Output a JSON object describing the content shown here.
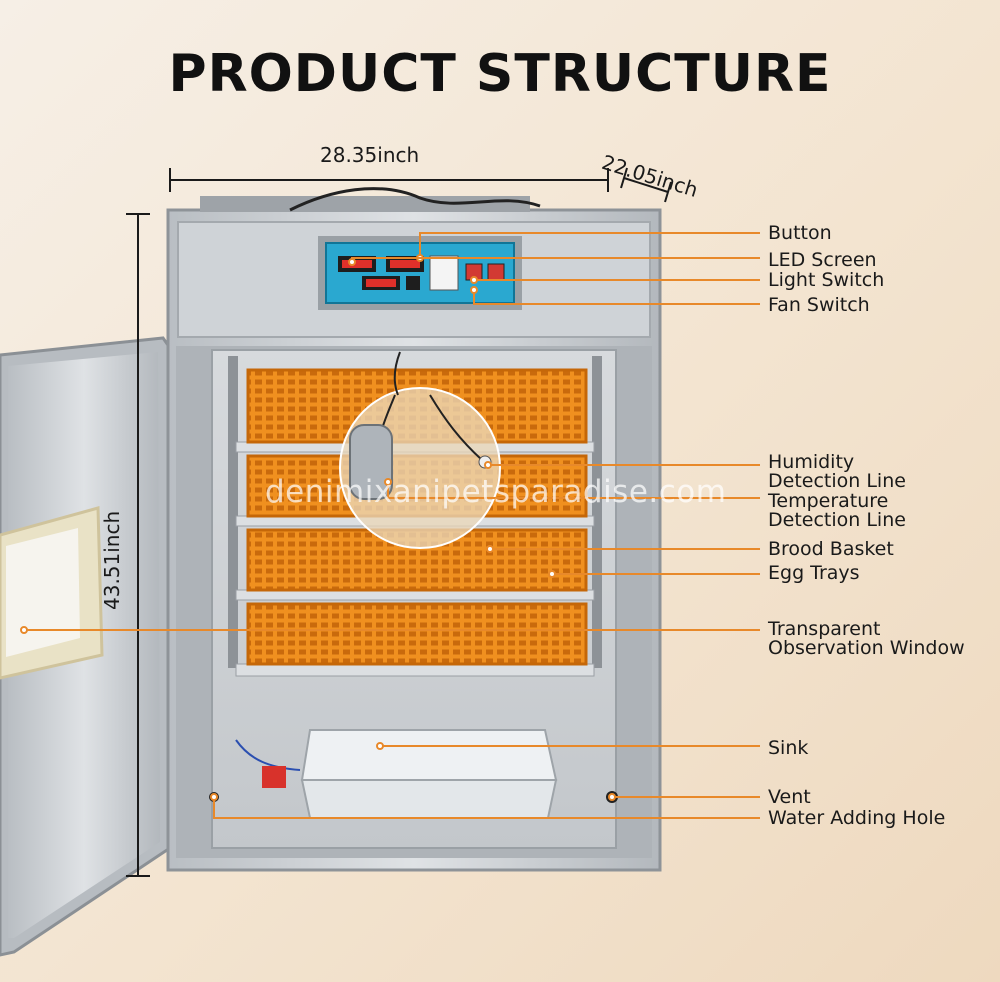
{
  "title": "PRODUCT STRUCTURE",
  "dimensions": {
    "width": "28.35inch",
    "depth": "22.05inch",
    "height": "43.51inch"
  },
  "labels": [
    {
      "id": "button",
      "text": "Button"
    },
    {
      "id": "led-screen",
      "text": "LED Screen"
    },
    {
      "id": "light-switch",
      "text": "Light Switch"
    },
    {
      "id": "fan-switch",
      "text": "Fan Switch"
    },
    {
      "id": "humidity-detection-line",
      "text": "Humidity\nDetection Line"
    },
    {
      "id": "temperature-detection-line",
      "text": "Temperature\nDetection Line"
    },
    {
      "id": "brood-basket",
      "text": "Brood Basket"
    },
    {
      "id": "egg-trays",
      "text": "Egg Trays"
    },
    {
      "id": "transparent-observation-window",
      "text": "Transparent\nObservation Window"
    },
    {
      "id": "sink",
      "text": "Sink"
    },
    {
      "id": "vent",
      "text": "Vent"
    },
    {
      "id": "water-adding-hole",
      "text": "Water Adding Hole"
    }
  ],
  "watermark": "denimixanipetsparadise.com",
  "colors": {
    "leader": "#e8892a",
    "tray": "#ee8a1c",
    "cabinet": "#c9cdd1",
    "panel": "#1c9fc8"
  }
}
